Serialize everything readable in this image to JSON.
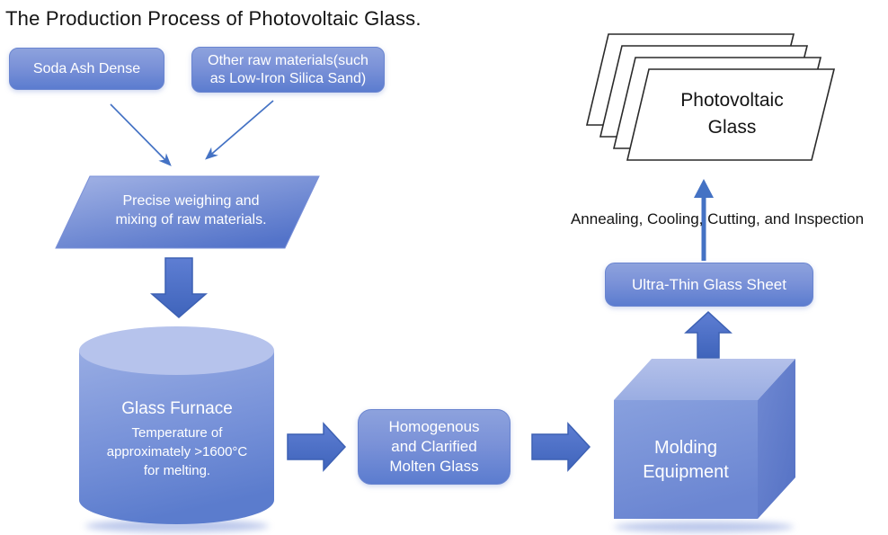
{
  "title": "The Production Process of Photovoltaic Glass.",
  "palette": {
    "box_gradient_top": "#8da2dd",
    "box_gradient_bottom": "#5b7ccf",
    "arrow_fill": "#4a70c7",
    "arrow_line": "#4472c4",
    "cylinder_top": "#b6c3ec",
    "cube_front": "#7b93d8",
    "text_on_shape": "#ffffff",
    "text_dark": "#141414"
  },
  "nodes": {
    "soda_ash": {
      "label": "Soda Ash Dense"
    },
    "other_raw": {
      "lines": [
        "Other raw materials(such",
        "as Low-Iron Silica Sand)"
      ]
    },
    "weighing": {
      "lines": [
        "Precise weighing and",
        "mixing of raw materials."
      ]
    },
    "furnace": {
      "title": "Glass Furnace",
      "subtitle_lines": [
        "Temperature of",
        "approximately >1600°C",
        "for melting."
      ]
    },
    "molten": {
      "lines": [
        "Homogenous",
        "and Clarified",
        "Molten Glass"
      ]
    },
    "molding": {
      "lines": [
        "Molding",
        "Equipment"
      ]
    },
    "ultra_thin": {
      "label": "Ultra-Thin Glass Sheet"
    },
    "annealing": {
      "label": "Annealing, Cooling, Cutting, and Inspection"
    },
    "pv_glass": {
      "lines": [
        "Photovoltaic",
        "Glass"
      ]
    }
  }
}
